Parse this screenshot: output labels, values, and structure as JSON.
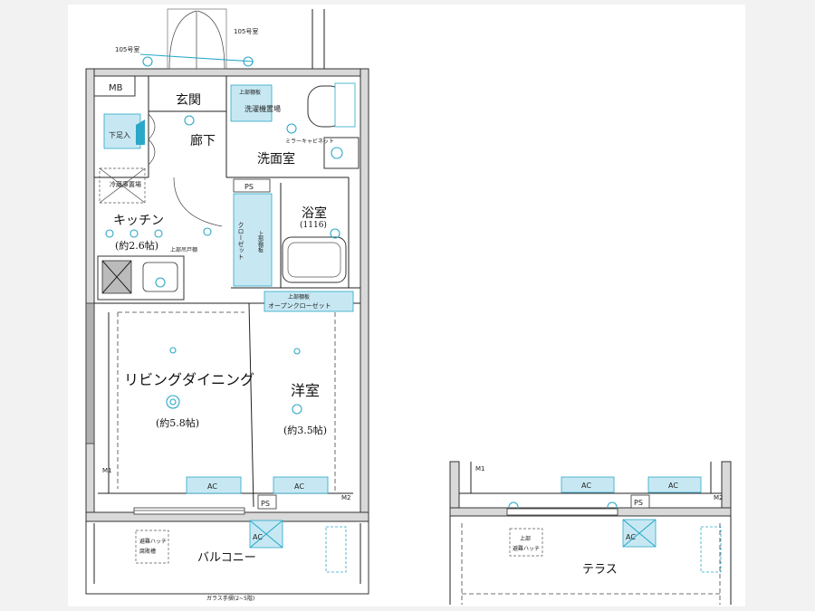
{
  "rooms": {
    "entrance": "玄関",
    "hallway": "廊下",
    "washroom": "洗面室",
    "bathroom": "浴室",
    "bathroom_size": "(1116)",
    "kitchen": "キッチン",
    "kitchen_size": "(約2.6帖)",
    "living": "リビングダイニング",
    "living_size": "(約5.8帖)",
    "western_room": "洋室",
    "western_room_size": "(約3.5帖)",
    "balcony": "バルコニー",
    "terrace": "テラス"
  },
  "labels": {
    "mb": "MB",
    "ps": "PS",
    "ps2": "PS",
    "ps3": "PS",
    "shoe_cabinet": "下足入",
    "fridge": "冷蔵庫置場",
    "upper_shelf": "上部棚板",
    "washer": "洗濯機置場",
    "mirror_cabinet": "ミラーキャビネット",
    "closet": "クローゼット",
    "upper_shelf2": "上部棚板",
    "upper_cupboard": "上部吊戸棚",
    "open_closet_shelf": "上部棚板",
    "open_closet": "オープンクローゼット",
    "room_105": "105号室",
    "room_105b": "105号室",
    "ac1": "AC",
    "ac2": "AC",
    "ac3": "AC",
    "ac4": "AC",
    "evac_hatch": "避難ハッチ",
    "evac_hatch2": "腐敗槽",
    "evac_hatch_t1": "上部",
    "evac_hatch_t2": "避難ハッチ",
    "glass_rail": "ガラス手摺(2~5階)",
    "m1": "M1",
    "m2": "M2",
    "m1b": "M1",
    "m2b": "M2"
  }
}
